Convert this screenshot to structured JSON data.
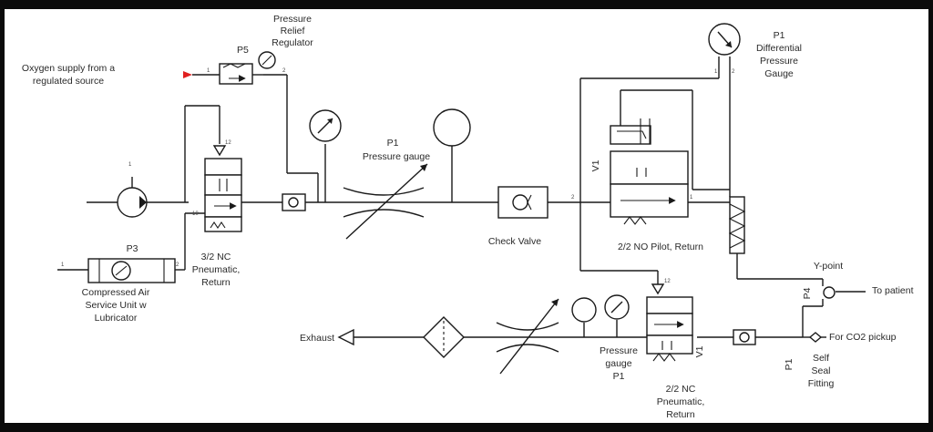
{
  "labels": {
    "oxygen_supply": [
      "Oxygen supply from a",
      "regulated source"
    ],
    "p5": "P5",
    "pressure_relief": [
      "Pressure",
      "Relief",
      "Regulator"
    ],
    "p1_top": "P1",
    "pressure_gauge_top": "Pressure gauge",
    "check_valve": "Check Valve",
    "v1_top": "V1",
    "pilot_valve": "2/2 NO Pilot, Return",
    "p1_diff": [
      "P1",
      "Differential",
      "Pressure",
      "Gauge"
    ],
    "y_point": "Y-point",
    "to_patient": "To patient",
    "p4": "P4",
    "co2_pickup": "For CO2 pickup",
    "p1_bottom_side": "P1",
    "self_seal": [
      "Self",
      "Seal",
      "Fitting"
    ],
    "valve_32": [
      "3/2 NC",
      "Pneumatic,",
      "Return"
    ],
    "p3": "P3",
    "service_unit": [
      "Compressed Air",
      "Service Unit w",
      "Lubricator"
    ],
    "exhaust": "Exhaust",
    "pressure_gauge_bottom": [
      "Pressure",
      "gauge",
      "P1"
    ],
    "v1_bottom": "V1",
    "valve_22_nc": [
      "2/2 NC",
      "Pneumatic,",
      "Return"
    ]
  },
  "port_numbers": {
    "one": "1",
    "two": "2",
    "twelve": "12",
    "ten": "10"
  },
  "colors": {
    "supply_arrow": "#e02020",
    "line": "#1a1a1a",
    "background": "#ffffff",
    "frame": "#0b0b0b"
  }
}
